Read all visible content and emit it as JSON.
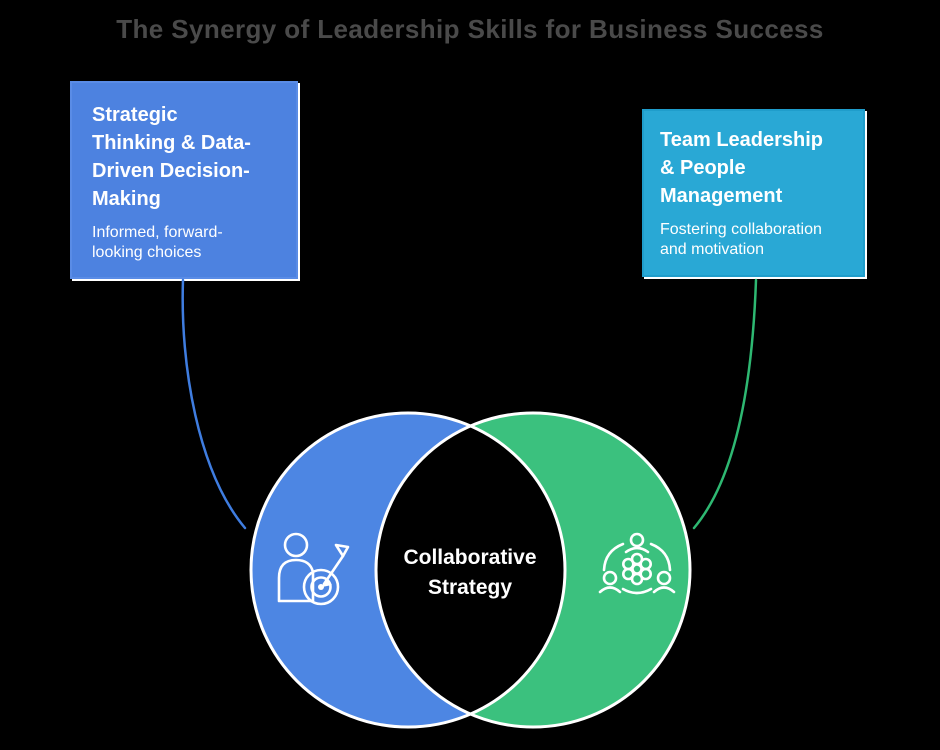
{
  "title": "The Synergy of Leadership Skills for Business Success",
  "boxes": {
    "left": {
      "title": "Strategic Thinking & Data-Driven Decision-Making",
      "subtitle": "Informed, forward-looking choices",
      "fill": "#4d82e0",
      "connector_color": "#3f7de0"
    },
    "right": {
      "title": "Team Leadership & People Management",
      "subtitle": "Fostering collaboration and motivation",
      "fill": "#29a8d5",
      "connector_color": "#2eb872"
    }
  },
  "venn": {
    "left_circle": {
      "fill": "#4d86e3",
      "outline": "#ffffff",
      "icon": "person-target-icon"
    },
    "right_circle": {
      "fill": "#3bc17e",
      "outline": "#ffffff",
      "icon": "team-gear-icon"
    },
    "intersection_label": "Collaborative Strategy"
  },
  "colors": {
    "background": "#000000",
    "title_text": "#4a4a4a",
    "box_text": "#ffffff",
    "intersection_text": "#ffffff"
  }
}
